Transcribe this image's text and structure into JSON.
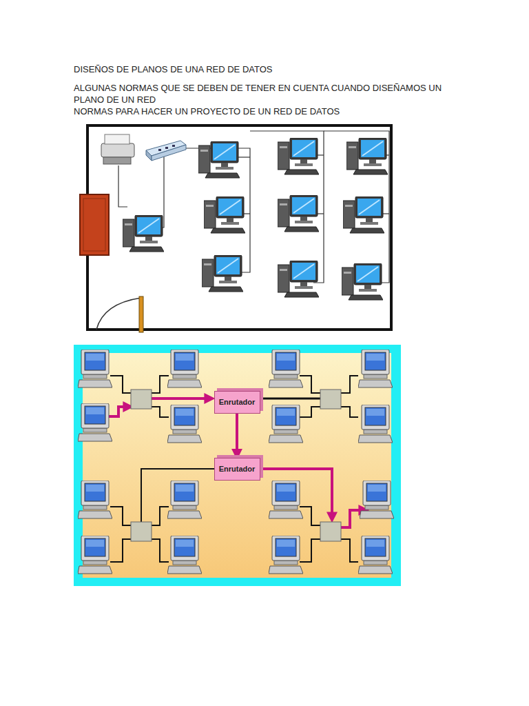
{
  "diagram": {
    "title": "DISEÑOS DE PLANOS DE UNA RED DE DATOS",
    "nodes": [
      {
        "text": [
          "Enrutador"
        ]
      },
      {
        "text": [
          "Enrutador"
        ]
      }
    ],
    "edges": [
      {
        "from": 0,
        "to": 1,
        "arrow": "to"
      }
    ],
    "labels": [
      "ALGUNAS NORMAS QUE SE DEBEN DE TENER EN CUENTA CUANDO DISEÑAMOS UN PLANO DE UN RED",
      "NORMAS PARA HACER UN PROYECTO DE UN RED DE DATOS"
    ]
  }
}
